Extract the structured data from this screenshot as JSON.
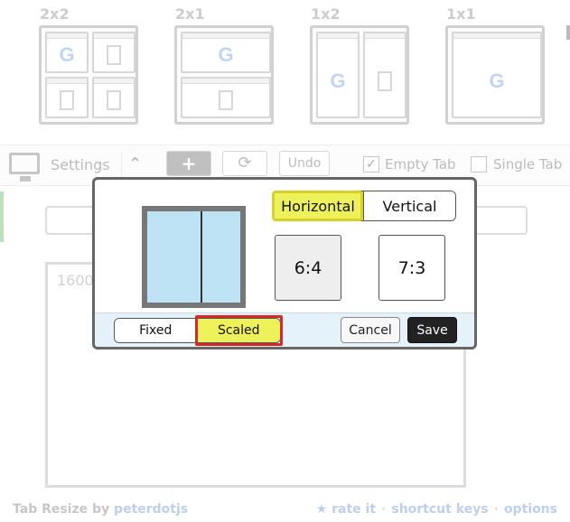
{
  "layouts": [
    {
      "label": "2x2"
    },
    {
      "label": "2x1"
    },
    {
      "label": "1x2"
    },
    {
      "label": "1x1"
    }
  ],
  "thumb_glyph": "G",
  "toolbar": {
    "settings_label": "Settings",
    "add_label": "+",
    "refresh_label": "⟳",
    "undo_label": "Undo",
    "empty_tab_label": "Empty Tab",
    "single_tab_label": "Single Tab",
    "caret": "⌃",
    "checkmark": "✓"
  },
  "background": {
    "textarea_value": "1600"
  },
  "footer": {
    "app_name": "Tab Resize",
    "by": "by",
    "author": "peterdotjs",
    "rate_it": "★ rate it",
    "shortcut_keys": "shortcut keys",
    "options": "options",
    "separator": "·"
  },
  "dialog": {
    "orientation": {
      "options": [
        "Horizontal",
        "Vertical"
      ],
      "selected": "Horizontal"
    },
    "ratios": [
      {
        "label": "6:4",
        "selected": true
      },
      {
        "label": "7:3",
        "selected": false
      }
    ],
    "mode": {
      "options": [
        "Fixed",
        "Scaled"
      ],
      "selected": "Scaled"
    },
    "cancel_label": "Cancel",
    "save_label": "Save"
  },
  "colors": {
    "highlight_yellow": "#eef25a",
    "highlight_red": "#d52a2a",
    "preview_fill": "#bde3f5",
    "footer_bg": "#e6f2fa",
    "link_blue": "#3a6fc7"
  }
}
